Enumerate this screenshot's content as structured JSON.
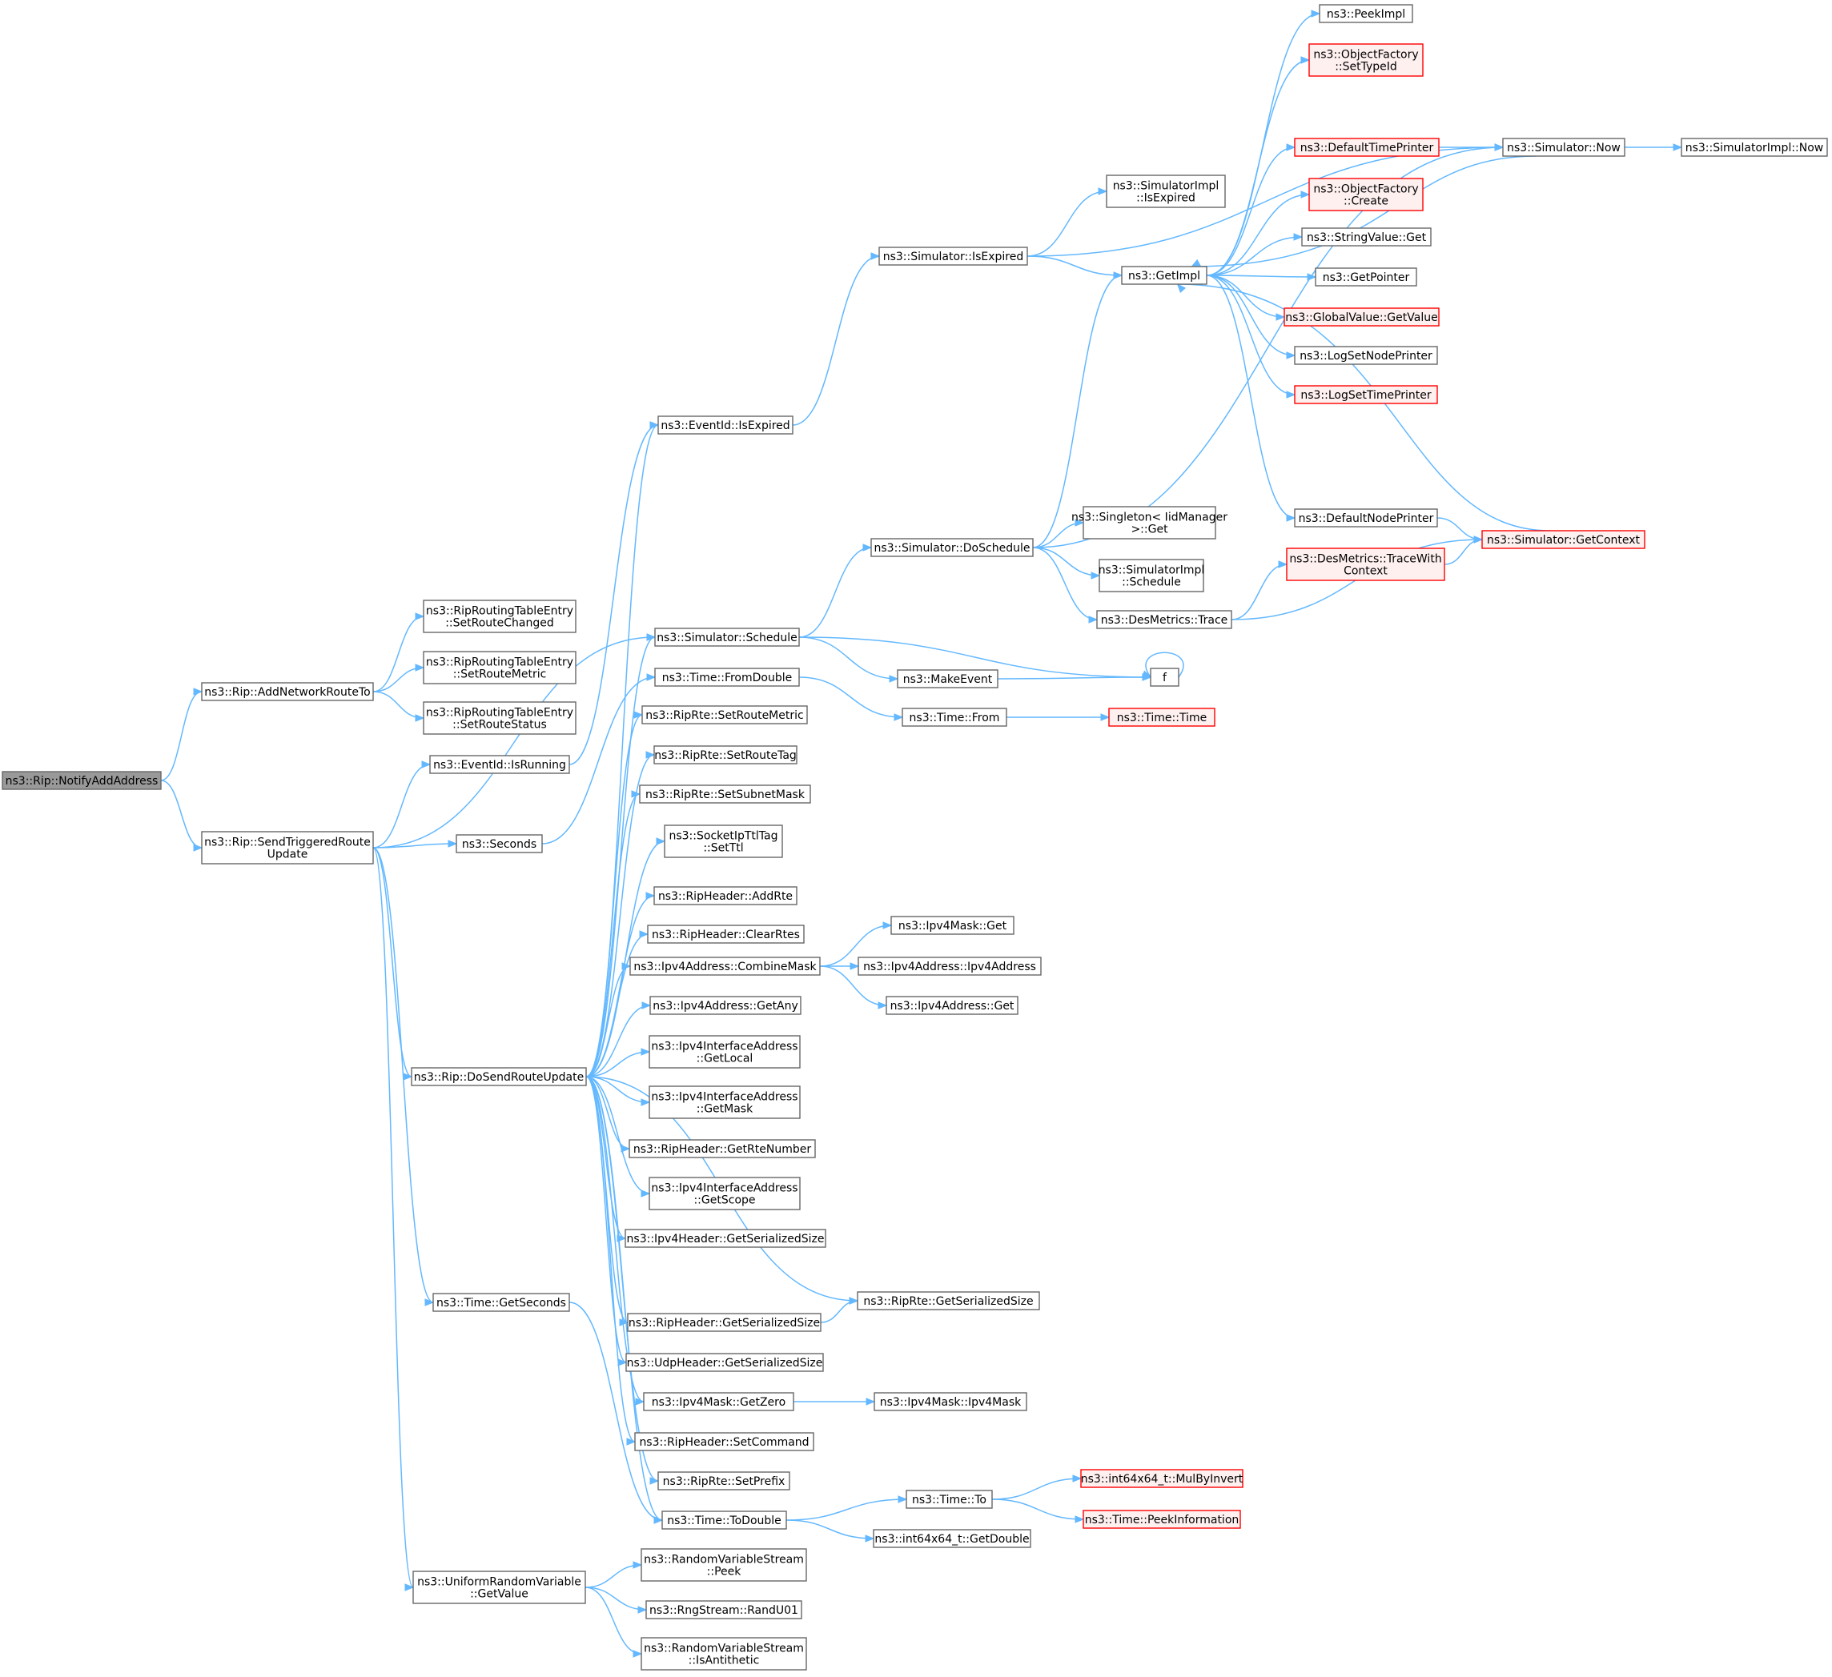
{
  "colors": {
    "edge": "#63b8ff",
    "node_border": "#666666",
    "root_fill": "#999999",
    "missing_border": "#ff0000",
    "missing_fill": "#fff0f0"
  },
  "nodes": [
    {
      "id": "n1",
      "label": [
        "ns3::Rip::NotifyAddAddress"
      ],
      "kind": "root"
    },
    {
      "id": "n2",
      "label": [
        "ns3::Rip::AddNetworkRouteTo"
      ]
    },
    {
      "id": "n3",
      "label": [
        "ns3::RipRoutingTableEntry",
        "::SetRouteChanged"
      ]
    },
    {
      "id": "n4",
      "label": [
        "ns3::RipRoutingTableEntry",
        "::SetRouteMetric"
      ]
    },
    {
      "id": "n5",
      "label": [
        "ns3::RipRoutingTableEntry",
        "::SetRouteStatus"
      ]
    },
    {
      "id": "n6",
      "label": [
        "ns3::Rip::SendTriggeredRoute",
        "Update"
      ]
    },
    {
      "id": "n7",
      "label": [
        "ns3::Rip::DoSendRouteUpdate"
      ]
    },
    {
      "id": "n8",
      "label": [
        "ns3::Time::GetSeconds"
      ]
    },
    {
      "id": "n9",
      "label": [
        "ns3::UniformRandomVariable",
        "::GetValue"
      ]
    },
    {
      "id": "n10",
      "label": [
        "ns3::EventId::IsRunning"
      ]
    },
    {
      "id": "n11",
      "label": [
        "ns3::Seconds"
      ]
    },
    {
      "id": "n12",
      "label": [
        "ns3::EventId::IsExpired"
      ]
    },
    {
      "id": "n13",
      "label": [
        "ns3::Simulator::IsExpired"
      ]
    },
    {
      "id": "n14",
      "label": [
        "ns3::SimulatorImpl",
        "::IsExpired"
      ]
    },
    {
      "id": "n15",
      "label": [
        "ns3::GetImpl"
      ]
    },
    {
      "id": "n16",
      "label": [
        "ns3::PeekImpl"
      ]
    },
    {
      "id": "n17",
      "label": [
        "ns3::ObjectFactory",
        "::SetTypeId"
      ],
      "kind": "red"
    },
    {
      "id": "n18",
      "label": [
        "ns3::DefaultTimePrinter"
      ],
      "kind": "red"
    },
    {
      "id": "n19",
      "label": [
        "ns3::Simulator::Now"
      ]
    },
    {
      "id": "n20",
      "label": [
        "ns3::SimulatorImpl::Now"
      ]
    },
    {
      "id": "n21",
      "label": [
        "ns3::ObjectFactory",
        "::Create"
      ],
      "kind": "red"
    },
    {
      "id": "n22",
      "label": [
        "ns3::StringValue::Get"
      ]
    },
    {
      "id": "n23",
      "label": [
        "ns3::GetPointer"
      ]
    },
    {
      "id": "n24",
      "label": [
        "ns3::GlobalValue::GetValue"
      ],
      "kind": "red"
    },
    {
      "id": "n25",
      "label": [
        "ns3::LogSetNodePrinter"
      ]
    },
    {
      "id": "n26",
      "label": [
        "ns3::LogSetTimePrinter"
      ],
      "kind": "red"
    },
    {
      "id": "n27",
      "label": [
        "ns3::DefaultNodePrinter"
      ]
    },
    {
      "id": "n28",
      "label": [
        "ns3::Simulator::GetContext"
      ],
      "kind": "red"
    },
    {
      "id": "n29",
      "label": [
        "ns3::Simulator::DoSchedule"
      ]
    },
    {
      "id": "n30",
      "label": [
        "ns3::Singleton< IidManager",
        " >::Get"
      ]
    },
    {
      "id": "n31",
      "label": [
        "ns3::SimulatorImpl",
        "::Schedule"
      ]
    },
    {
      "id": "n32",
      "label": [
        "ns3::DesMetrics::Trace"
      ]
    },
    {
      "id": "n33",
      "label": [
        "ns3::DesMetrics::TraceWith",
        "Context"
      ],
      "kind": "red"
    },
    {
      "id": "n34",
      "label": [
        "ns3::Simulator::Schedule"
      ]
    },
    {
      "id": "n35",
      "label": [
        "f"
      ]
    },
    {
      "id": "n36",
      "label": [
        "ns3::MakeEvent"
      ]
    },
    {
      "id": "n37",
      "label": [
        "ns3::Time::FromDouble"
      ]
    },
    {
      "id": "n38",
      "label": [
        "ns3::Time::From"
      ]
    },
    {
      "id": "n39",
      "label": [
        "ns3::Time::Time"
      ],
      "kind": "red"
    },
    {
      "id": "n40",
      "label": [
        "ns3::RipRte::SetRouteMetric"
      ]
    },
    {
      "id": "n41",
      "label": [
        "ns3::RipRte::SetRouteTag"
      ]
    },
    {
      "id": "n42",
      "label": [
        "ns3::RipRte::SetSubnetMask"
      ]
    },
    {
      "id": "n43",
      "label": [
        "ns3::SocketIpTtlTag",
        "::SetTtl"
      ]
    },
    {
      "id": "n44",
      "label": [
        "ns3::RipHeader::AddRte"
      ]
    },
    {
      "id": "n45",
      "label": [
        "ns3::RipHeader::ClearRtes"
      ]
    },
    {
      "id": "n46",
      "label": [
        "ns3::Ipv4Address::CombineMask"
      ]
    },
    {
      "id": "n47",
      "label": [
        "ns3::Ipv4Mask::Get"
      ]
    },
    {
      "id": "n48",
      "label": [
        "ns3::Ipv4Address::Ipv4Address"
      ]
    },
    {
      "id": "n49",
      "label": [
        "ns3::Ipv4Address::Get"
      ]
    },
    {
      "id": "n50",
      "label": [
        "ns3::Ipv4Address::GetAny"
      ]
    },
    {
      "id": "n51",
      "label": [
        "ns3::Ipv4InterfaceAddress",
        "::GetLocal"
      ]
    },
    {
      "id": "n52",
      "label": [
        "ns3::Ipv4InterfaceAddress",
        "::GetMask"
      ]
    },
    {
      "id": "n53",
      "label": [
        "ns3::RipHeader::GetRteNumber"
      ]
    },
    {
      "id": "n54",
      "label": [
        "ns3::Ipv4InterfaceAddress",
        "::GetScope"
      ]
    },
    {
      "id": "n55",
      "label": [
        "ns3::Ipv4Header::GetSerializedSize"
      ]
    },
    {
      "id": "n56",
      "label": [
        "ns3::RipRte::GetSerializedSize"
      ]
    },
    {
      "id": "n57",
      "label": [
        "ns3::RipHeader::GetSerializedSize"
      ]
    },
    {
      "id": "n58",
      "label": [
        "ns3::UdpHeader::GetSerializedSize"
      ]
    },
    {
      "id": "n59",
      "label": [
        "ns3::Ipv4Mask::GetZero"
      ]
    },
    {
      "id": "n60",
      "label": [
        "ns3::Ipv4Mask::Ipv4Mask"
      ]
    },
    {
      "id": "n61",
      "label": [
        "ns3::RipHeader::SetCommand"
      ]
    },
    {
      "id": "n62",
      "label": [
        "ns3::RipRte::SetPrefix"
      ]
    },
    {
      "id": "n63",
      "label": [
        "ns3::Time::ToDouble"
      ]
    },
    {
      "id": "n64",
      "label": [
        "ns3::Time::To"
      ]
    },
    {
      "id": "n65",
      "label": [
        "ns3::int64x64_t::MulByInvert"
      ],
      "kind": "red"
    },
    {
      "id": "n66",
      "label": [
        "ns3::Time::PeekInformation"
      ],
      "kind": "red"
    },
    {
      "id": "n67",
      "label": [
        "ns3::int64x64_t::GetDouble"
      ]
    },
    {
      "id": "n68",
      "label": [
        "ns3::RandomVariableStream",
        "::Peek"
      ]
    },
    {
      "id": "n69",
      "label": [
        "ns3::RngStream::RandU01"
      ]
    },
    {
      "id": "n70",
      "label": [
        "ns3::RandomVariableStream",
        "::IsAntithetic"
      ]
    }
  ],
  "edges": [
    [
      "n1",
      "n2"
    ],
    [
      "n1",
      "n6"
    ],
    [
      "n2",
      "n3"
    ],
    [
      "n2",
      "n4"
    ],
    [
      "n2",
      "n5"
    ],
    [
      "n6",
      "n7"
    ],
    [
      "n6",
      "n8"
    ],
    [
      "n6",
      "n9"
    ],
    [
      "n6",
      "n10"
    ],
    [
      "n6",
      "n11"
    ],
    [
      "n6",
      "n34"
    ],
    [
      "n10",
      "n12"
    ],
    [
      "n12",
      "n13"
    ],
    [
      "n13",
      "n14"
    ],
    [
      "n13",
      "n15"
    ],
    [
      "n13",
      "n19"
    ],
    [
      "n15",
      "n16"
    ],
    [
      "n15",
      "n17"
    ],
    [
      "n15",
      "n18"
    ],
    [
      "n15",
      "n21"
    ],
    [
      "n15",
      "n22"
    ],
    [
      "n15",
      "n23"
    ],
    [
      "n15",
      "n24"
    ],
    [
      "n15",
      "n25"
    ],
    [
      "n15",
      "n26"
    ],
    [
      "n15",
      "n27"
    ],
    [
      "n18",
      "n19"
    ],
    [
      "n19",
      "n20"
    ],
    [
      "n19",
      "n15"
    ],
    [
      "n27",
      "n28"
    ],
    [
      "n28",
      "n15"
    ],
    [
      "n11",
      "n37"
    ],
    [
      "n29",
      "n15"
    ],
    [
      "n29",
      "n19"
    ],
    [
      "n29",
      "n30"
    ],
    [
      "n29",
      "n31"
    ],
    [
      "n29",
      "n32"
    ],
    [
      "n32",
      "n33"
    ],
    [
      "n32",
      "n28"
    ],
    [
      "n33",
      "n28"
    ],
    [
      "n34",
      "n29"
    ],
    [
      "n34",
      "n35"
    ],
    [
      "n34",
      "n36"
    ],
    [
      "n36",
      "n35"
    ],
    [
      "n35",
      "n35"
    ],
    [
      "n37",
      "n38"
    ],
    [
      "n38",
      "n39"
    ],
    [
      "n7",
      "n12"
    ],
    [
      "n7",
      "n34"
    ],
    [
      "n7",
      "n40"
    ],
    [
      "n7",
      "n41"
    ],
    [
      "n7",
      "n42"
    ],
    [
      "n7",
      "n43"
    ],
    [
      "n7",
      "n44"
    ],
    [
      "n7",
      "n45"
    ],
    [
      "n7",
      "n46"
    ],
    [
      "n7",
      "n50"
    ],
    [
      "n7",
      "n51"
    ],
    [
      "n7",
      "n52"
    ],
    [
      "n7",
      "n53"
    ],
    [
      "n7",
      "n54"
    ],
    [
      "n7",
      "n55"
    ],
    [
      "n7",
      "n56"
    ],
    [
      "n7",
      "n57"
    ],
    [
      "n7",
      "n58"
    ],
    [
      "n7",
      "n59"
    ],
    [
      "n7",
      "n61"
    ],
    [
      "n7",
      "n62"
    ],
    [
      "n7",
      "n63"
    ],
    [
      "n46",
      "n47"
    ],
    [
      "n46",
      "n48"
    ],
    [
      "n46",
      "n49"
    ],
    [
      "n57",
      "n56"
    ],
    [
      "n59",
      "n60"
    ],
    [
      "n8",
      "n63"
    ],
    [
      "n63",
      "n64"
    ],
    [
      "n63",
      "n67"
    ],
    [
      "n64",
      "n65"
    ],
    [
      "n64",
      "n66"
    ],
    [
      "n9",
      "n68"
    ],
    [
      "n9",
      "n69"
    ],
    [
      "n9",
      "n70"
    ]
  ]
}
